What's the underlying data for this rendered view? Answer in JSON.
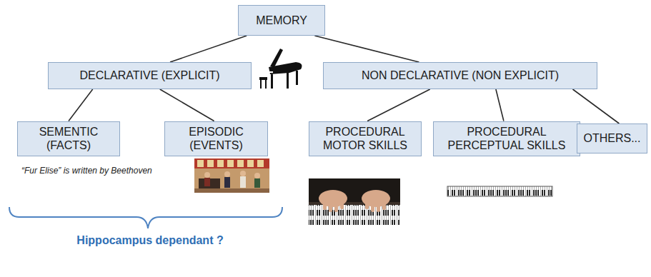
{
  "diagram": {
    "nodes": [
      {
        "text": [
          "MEMORY"
        ]
      },
      {
        "text": [
          "DECLARATIVE (EXPLICIT)"
        ]
      },
      {
        "text": [
          "NON DECLARATIVE (NON EXPLICIT)"
        ]
      },
      {
        "text": [
          "SEMENTIC (FACTS)"
        ]
      },
      {
        "text": [
          "EPISODIC (EVENTS)"
        ]
      },
      {
        "text": [
          "PROCEDURAL MOTOR SKILLS"
        ]
      },
      {
        "text": [
          "PROCEDURAL PERCEPTUAL SKILLS"
        ]
      },
      {
        "text": [
          "OTHERS..."
        ]
      }
    ],
    "edges": [
      {
        "from": 0,
        "to": 1,
        "arrow": "none"
      },
      {
        "from": 0,
        "to": 2,
        "arrow": "none"
      },
      {
        "from": 1,
        "to": 3,
        "arrow": "none"
      },
      {
        "from": 1,
        "to": 4,
        "arrow": "none"
      },
      {
        "from": 2,
        "to": 5,
        "arrow": "none"
      },
      {
        "from": 2,
        "to": 6,
        "arrow": "none"
      },
      {
        "from": 2,
        "to": 7,
        "arrow": "none"
      }
    ],
    "labels": [
      "“Fur Elise” is written by Beethoven",
      "Hippocampus dependant ?"
    ]
  }
}
